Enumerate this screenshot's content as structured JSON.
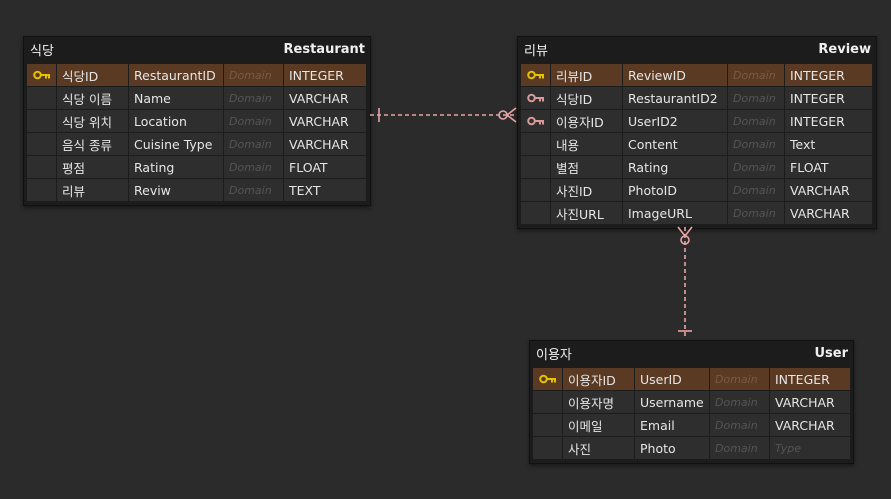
{
  "colors": {
    "background": "#2b2b2b",
    "entity": "#1c1c1c",
    "pk_row": "#5a3a22",
    "relationship_line": "#e8a5a5",
    "primary_key": "#e6c300",
    "foreign_key": "#d89a9a"
  },
  "entities": {
    "restaurant": {
      "logical_name": "식당",
      "physical_name": "Restaurant",
      "rows": [
        {
          "key": "primary-key",
          "logical": "식당ID",
          "physical": "RestaurantID",
          "domain": "Domain",
          "type": "INTEGER"
        },
        {
          "key": "",
          "logical": "식당 이름",
          "physical": "Name",
          "domain": "Domain",
          "type": "VARCHAR"
        },
        {
          "key": "",
          "logical": "식당 위치",
          "physical": "Location",
          "domain": "Domain",
          "type": "VARCHAR"
        },
        {
          "key": "",
          "logical": "음식 종류",
          "physical": "Cuisine Type",
          "domain": "Domain",
          "type": "VARCHAR"
        },
        {
          "key": "",
          "logical": "평점",
          "physical": "Rating",
          "domain": "Domain",
          "type": "FLOAT"
        },
        {
          "key": "",
          "logical": "리뷰",
          "physical": "Reviw",
          "domain": "Domain",
          "type": "TEXT"
        }
      ]
    },
    "review": {
      "logical_name": "리뷰",
      "physical_name": "Review",
      "rows": [
        {
          "key": "primary-key",
          "logical": "리뷰ID",
          "physical": "ReviewID",
          "domain": "Domain",
          "type": "INTEGER"
        },
        {
          "key": "foreign-key",
          "logical": "식당ID",
          "physical": "RestaurantID2",
          "domain": "Domain",
          "type": "INTEGER"
        },
        {
          "key": "foreign-key",
          "logical": "이용자ID",
          "physical": "UserID2",
          "domain": "Domain",
          "type": "INTEGER"
        },
        {
          "key": "",
          "logical": "내용",
          "physical": "Content",
          "domain": "Domain",
          "type": "Text"
        },
        {
          "key": "",
          "logical": "별점",
          "physical": "Rating",
          "domain": "Domain",
          "type": "FLOAT"
        },
        {
          "key": "",
          "logical": "사진ID",
          "physical": "PhotoID",
          "domain": "Domain",
          "type": "VARCHAR"
        },
        {
          "key": "",
          "logical": "사진URL",
          "physical": "ImageURL",
          "domain": "Domain",
          "type": "VARCHAR"
        }
      ]
    },
    "user": {
      "logical_name": "이용자",
      "physical_name": "User",
      "rows": [
        {
          "key": "primary-key",
          "logical": "이용자ID",
          "physical": "UserID",
          "domain": "Domain",
          "type": "INTEGER"
        },
        {
          "key": "",
          "logical": "이용자명",
          "physical": "Username",
          "domain": "Domain",
          "type": "VARCHAR"
        },
        {
          "key": "",
          "logical": "이메일",
          "physical": "Email",
          "domain": "Domain",
          "type": "VARCHAR"
        },
        {
          "key": "",
          "logical": "사진",
          "physical": "Photo",
          "domain": "Domain",
          "type": "Type"
        }
      ]
    }
  },
  "relationships": [
    {
      "from": "restaurant",
      "to": "review",
      "from_end": "one",
      "to_end": "zero-or-many"
    },
    {
      "from": "user",
      "to": "review",
      "from_end": "one",
      "to_end": "zero-or-many"
    }
  ]
}
